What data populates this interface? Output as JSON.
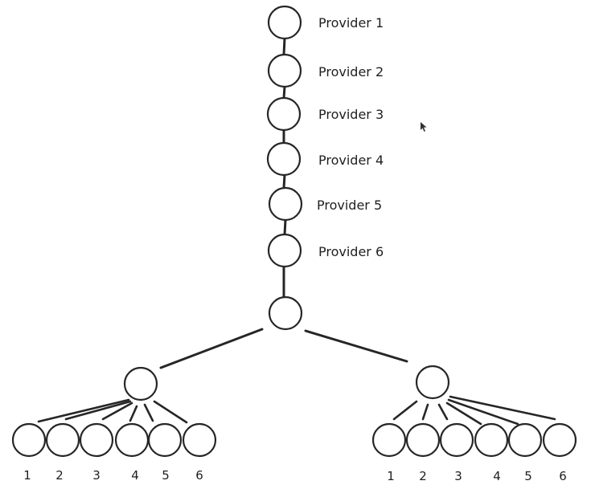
{
  "chain": {
    "providers": [
      {
        "label": "Provider 1"
      },
      {
        "label": "Provider 2"
      },
      {
        "label": "Provider 3"
      },
      {
        "label": "Provider 4"
      },
      {
        "label": "Provider 5"
      },
      {
        "label": "Provider 6"
      }
    ]
  },
  "left_tree": {
    "leaves": [
      "1",
      "2",
      "3",
      "4",
      "5",
      "6"
    ]
  },
  "right_tree": {
    "leaves": [
      "1",
      "2",
      "3",
      "4",
      "5",
      "6"
    ]
  }
}
